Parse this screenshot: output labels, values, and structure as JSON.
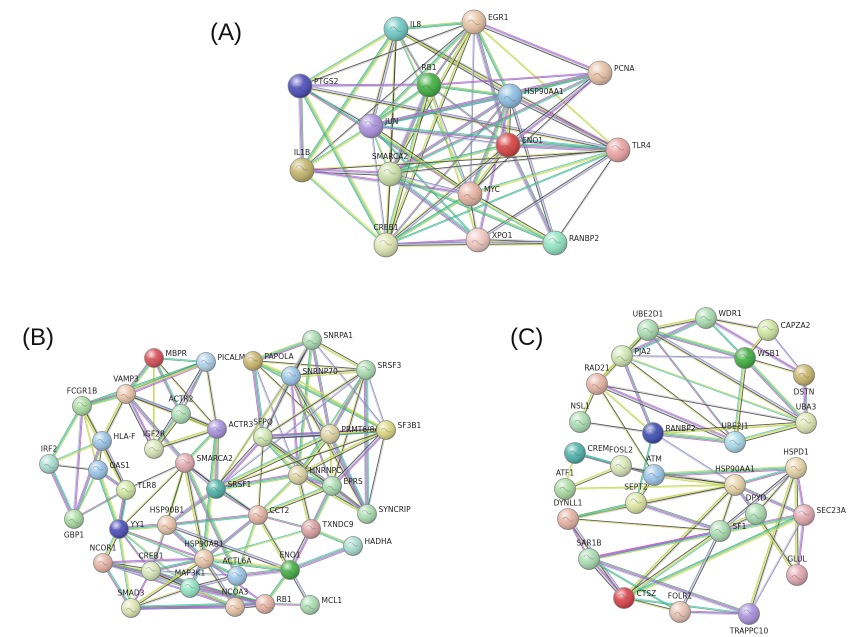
{
  "panels": [
    {
      "label": "(A)",
      "nodes": [
        {
          "id": "IL8",
          "color": "#6ec9c4"
        },
        {
          "id": "EGR1",
          "color": "#e8c4a4"
        },
        {
          "id": "PTGS2",
          "color": "#4a4ab8"
        },
        {
          "id": "RB1",
          "color": "#3fae3f"
        },
        {
          "id": "HSP90AA1",
          "color": "#8bbde3"
        },
        {
          "id": "PCNA",
          "color": "#e6bfa4"
        },
        {
          "id": "JUN",
          "color": "#a890dc"
        },
        {
          "id": "ENO1",
          "color": "#d84040"
        },
        {
          "id": "TLR4",
          "color": "#eaa3a3"
        },
        {
          "id": "IL1B",
          "color": "#c4b36a"
        },
        {
          "id": "SMARCA2",
          "color": "#c9e0a6"
        },
        {
          "id": "MYC",
          "color": "#e6b3a2"
        },
        {
          "id": "CREB1",
          "color": "#dde6b2"
        },
        {
          "id": "XPO1",
          "color": "#f0c6c0"
        },
        {
          "id": "RANBP2",
          "color": "#8fe3c2"
        }
      ]
    },
    {
      "label": "(B)",
      "nodes": [
        {
          "id": "MBPR",
          "color": "#d84a55"
        },
        {
          "id": "PICALM",
          "color": "#aed1ea"
        },
        {
          "id": "PAPOLA",
          "color": "#c9b46a"
        },
        {
          "id": "SNRPA1",
          "color": "#a9dcb0"
        },
        {
          "id": "VAMP3",
          "color": "#e8c4a8"
        },
        {
          "id": "SNRNP70",
          "color": "#99c4e8"
        },
        {
          "id": "SRSF3",
          "color": "#a9dcb0"
        },
        {
          "id": "FCGR1B",
          "color": "#a9dba0"
        },
        {
          "id": "ACTR2",
          "color": "#a9dcb0"
        },
        {
          "id": "ACTR3",
          "color": "#a890dc"
        },
        {
          "id": "SFPQ",
          "color": "#cfe6b0"
        },
        {
          "id": "PRMT6/8A",
          "color": "#dcd3a0"
        },
        {
          "id": "SF3B1",
          "color": "#dcd880"
        },
        {
          "id": "HLA-F",
          "color": "#99c4e8"
        },
        {
          "id": "IGF2R",
          "color": "#d8e6b6"
        },
        {
          "id": "IRF2",
          "color": "#a8dcd0"
        },
        {
          "id": "OAS1",
          "color": "#99c4e8"
        },
        {
          "id": "SMARCA2",
          "color": "#e2a8b0"
        },
        {
          "id": "HNRNPC",
          "color": "#dcd3a0"
        },
        {
          "id": "EPRS",
          "color": "#a9dcb0"
        },
        {
          "id": "TLR8",
          "color": "#cfe6a0"
        },
        {
          "id": "SRSF1",
          "color": "#4ab0a8"
        },
        {
          "id": "SYNCRIP",
          "color": "#a9dcb0"
        },
        {
          "id": "GBP1",
          "color": "#a9dba0"
        },
        {
          "id": "HSP90B1",
          "color": "#e8c4a8"
        },
        {
          "id": "CCT2",
          "color": "#e6b3a2"
        },
        {
          "id": "TXNDC9",
          "color": "#d9a0a0"
        },
        {
          "id": "YY1",
          "color": "#4a4ab8"
        },
        {
          "id": "HADHA",
          "color": "#a8dcd0"
        },
        {
          "id": "NCOR1",
          "color": "#e6b3a2"
        },
        {
          "id": "CREB1",
          "color": "#d8e6b6"
        },
        {
          "id": "HSP90AB1",
          "color": "#e8c4a8"
        },
        {
          "id": "ACTL6A",
          "color": "#99c4e8"
        },
        {
          "id": "ENO1",
          "color": "#3fae3f"
        },
        {
          "id": "MAP3K1",
          "color": "#8fe3c2"
        },
        {
          "id": "SMAD3",
          "color": "#dde6b2"
        },
        {
          "id": "NCOA3",
          "color": "#e8c4a8"
        },
        {
          "id": "RB1",
          "color": "#e6b3a2"
        },
        {
          "id": "MCL1",
          "color": "#a9dcb0"
        }
      ]
    },
    {
      "label": "(C)",
      "nodes": [
        {
          "id": "WDR1",
          "color": "#a9dcb0"
        },
        {
          "id": "UBE2D1",
          "color": "#a9dcb0"
        },
        {
          "id": "CAPZA2",
          "color": "#cfe6a0"
        },
        {
          "id": "PJA2",
          "color": "#cfe6b0"
        },
        {
          "id": "WSB1",
          "color": "#3fae3f"
        },
        {
          "id": "DSTN",
          "color": "#c9b46a"
        },
        {
          "id": "RAD21",
          "color": "#e6b3a2"
        },
        {
          "id": "NSL1",
          "color": "#a9dcb0"
        },
        {
          "id": "RANBP2",
          "color": "#3a4ab0"
        },
        {
          "id": "UBA3",
          "color": "#dde6b2"
        },
        {
          "id": "UBE2J1",
          "color": "#a8d8e8"
        },
        {
          "id": "CREM",
          "color": "#4ab0a8"
        },
        {
          "id": "FOSL2",
          "color": "#d8e6b6"
        },
        {
          "id": "ATM",
          "color": "#99c4e8"
        },
        {
          "id": "HSPD1",
          "color": "#e8d4a8"
        },
        {
          "id": "ATF1",
          "color": "#a9dba0"
        },
        {
          "id": "HSP90AA1",
          "color": "#e8d4a8"
        },
        {
          "id": "SEPT2",
          "color": "#dde6a2"
        },
        {
          "id": "DPYD",
          "color": "#a9dcb0"
        },
        {
          "id": "SEC23A",
          "color": "#e2a8b0"
        },
        {
          "id": "DYNLL1",
          "color": "#e6b3a2"
        },
        {
          "id": "SF1",
          "color": "#a9dcb0"
        },
        {
          "id": "SAR1B",
          "color": "#a9dcb0"
        },
        {
          "id": "GLUL",
          "color": "#e2a8b0"
        },
        {
          "id": "CTSZ",
          "color": "#d84048"
        },
        {
          "id": "FOLR1",
          "color": "#e6c0b0"
        },
        {
          "id": "TRAPPC10",
          "color": "#a890dc"
        }
      ]
    }
  ],
  "edge_colors": [
    "#b0d040",
    "#cc55cc",
    "#3a3a3a",
    "#44c0c0",
    "#7a7acc",
    "#d8e070",
    "#40b060",
    "#c8c8c8"
  ]
}
